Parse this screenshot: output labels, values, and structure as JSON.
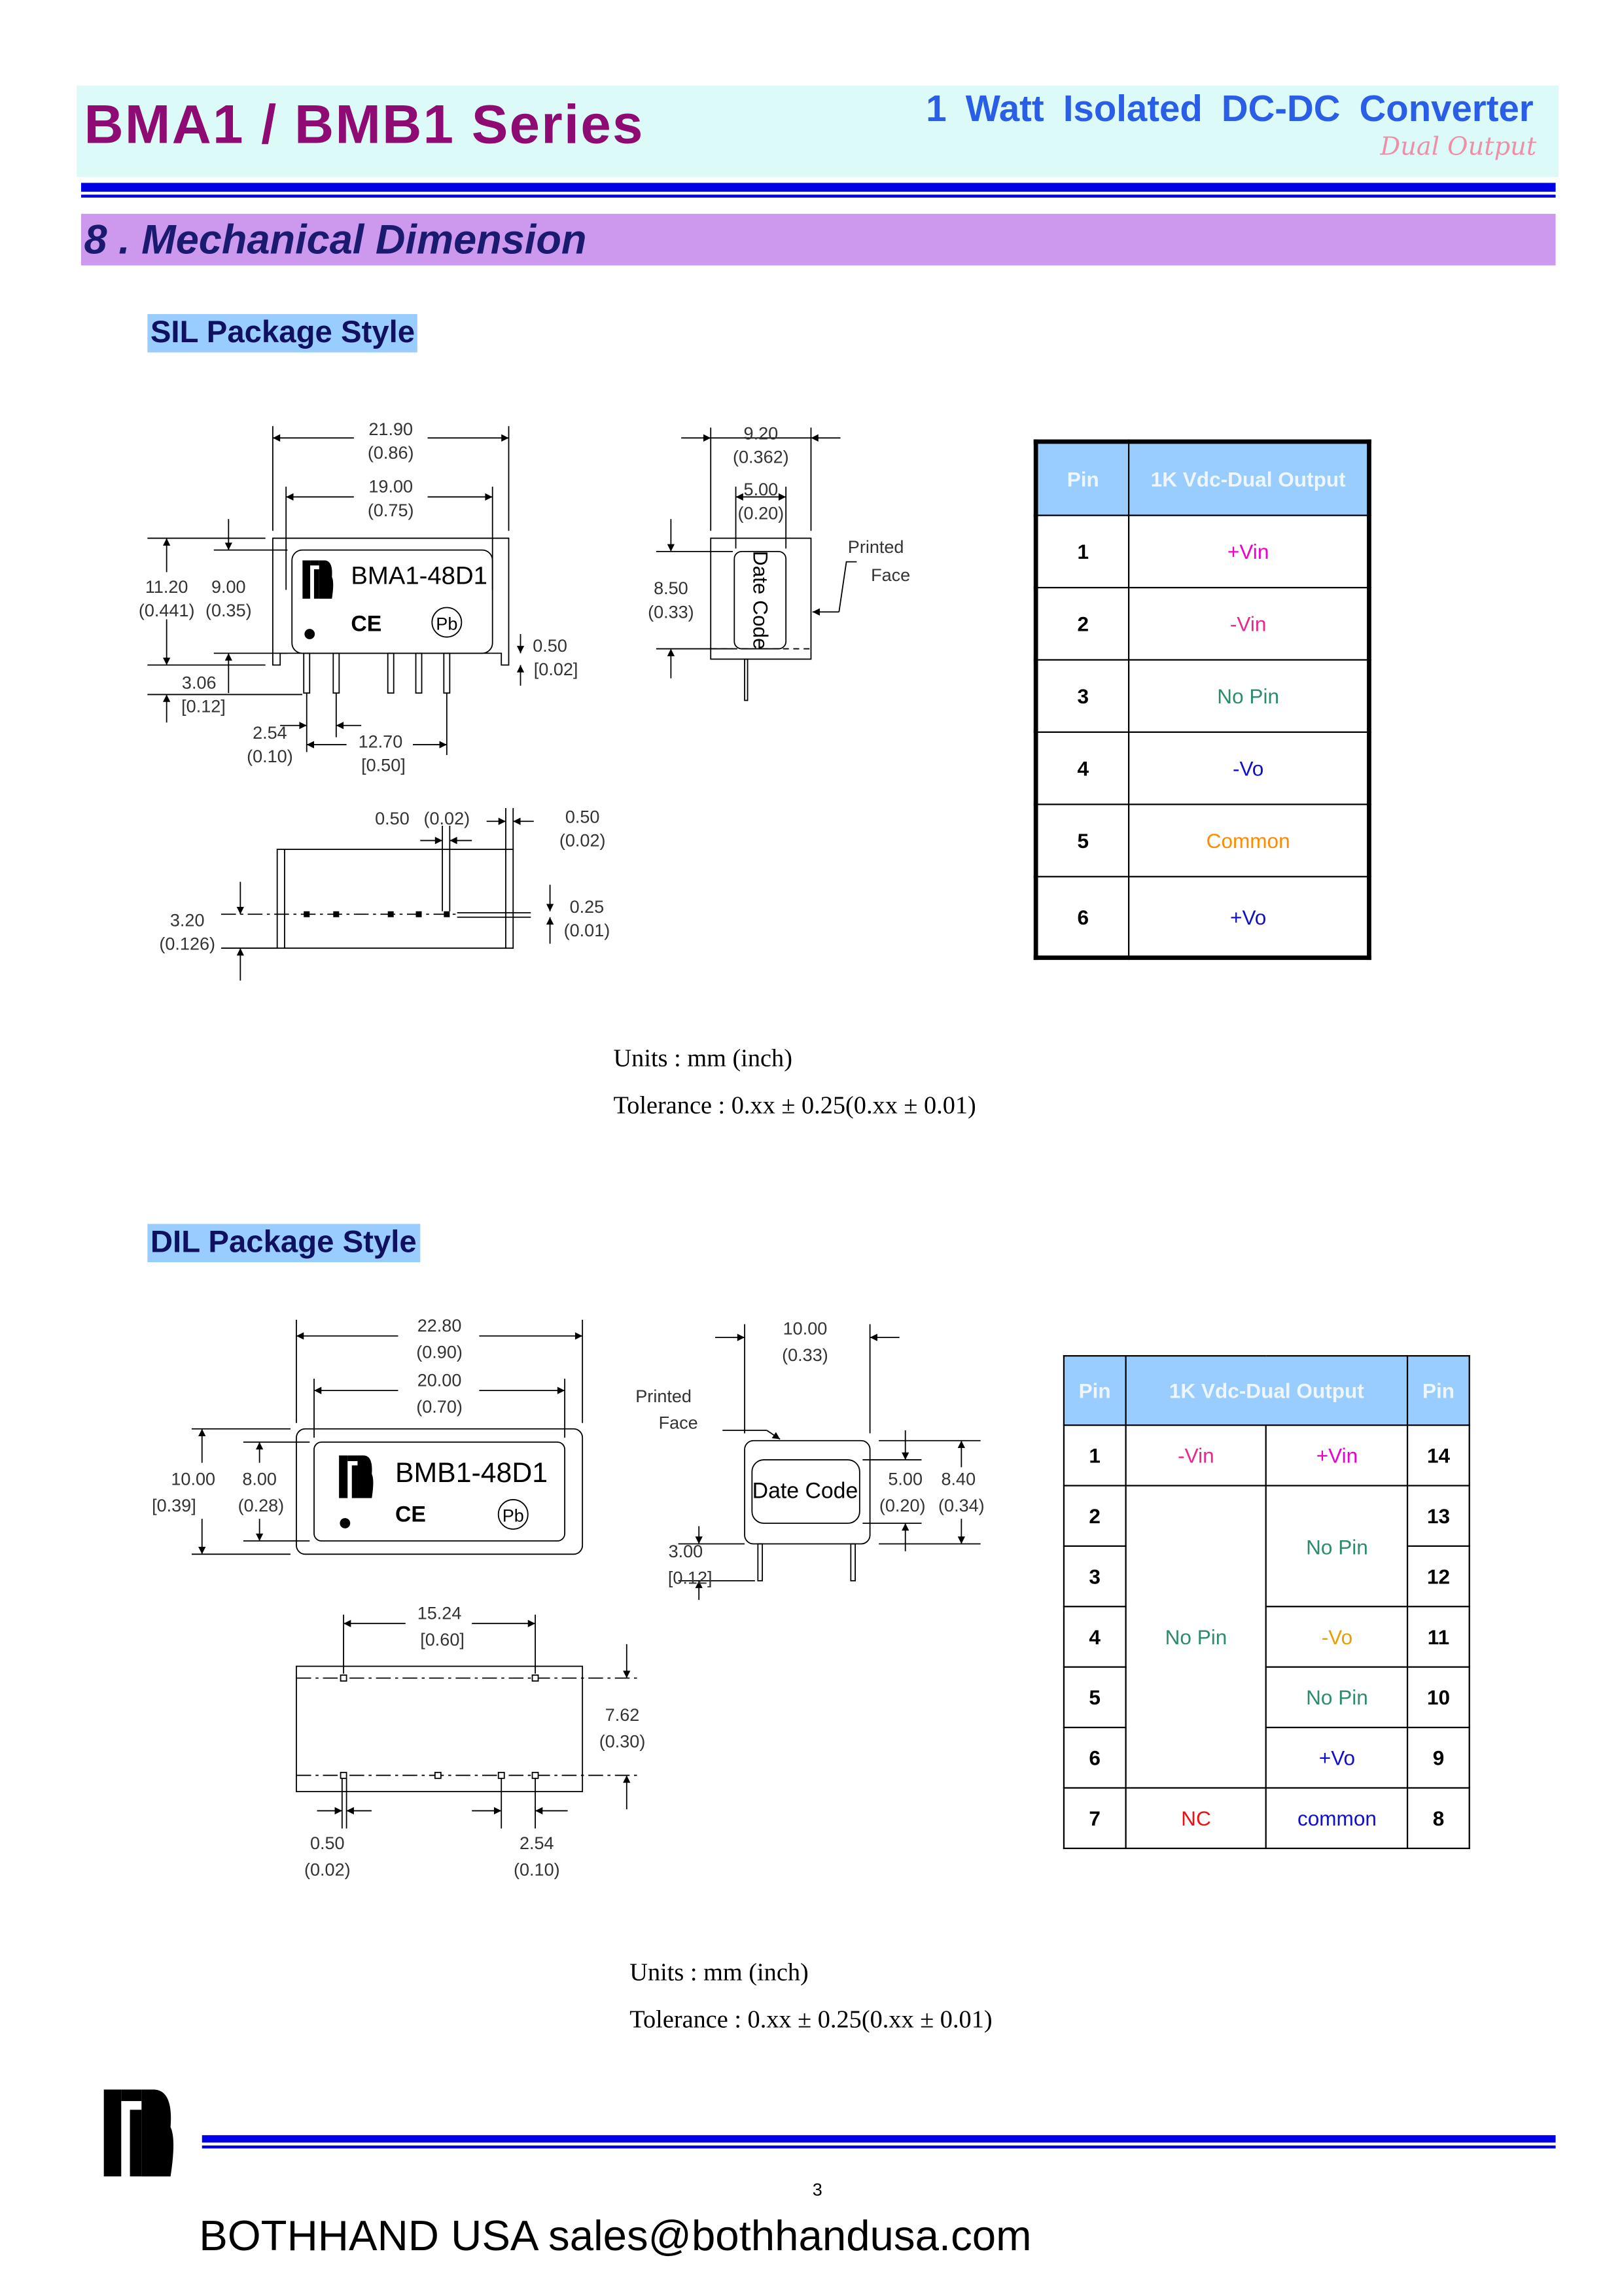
{
  "header": {
    "title": "BMA1 / BMB1 Series",
    "subtitle": "1 Watt Isolated DC-DC Converter",
    "tagline": "Dual Output"
  },
  "section": {
    "title": "8 . Mechanical Dimension"
  },
  "sil": {
    "label": "SIL Package Style",
    "part_number": "BMA1-48D1",
    "date_code": "Date Code",
    "printed": "Printed",
    "face": "Face",
    "ce": "CE",
    "pb": "Pb",
    "dims": {
      "length_mm": "21.90",
      "length_in": "(0.86)",
      "label_len_mm": "19.00",
      "label_len_in": "(0.75)",
      "height_mm": "11.20",
      "height_in": "(0.441)",
      "label_h_mm": "9.00",
      "label_h_in": "(0.35)",
      "pin_len_mm": "3.06",
      "pin_len_in": "[0.12]",
      "standoff_mm": "0.50",
      "standoff_in": "[0.02]",
      "pitch_mm": "2.54",
      "pitch_in": "(0.10)",
      "span_mm": "12.70",
      "span_in": "[0.50]",
      "width_mm": "9.20",
      "width_in": "(0.362)",
      "code_w_mm": "5.00",
      "code_w_in": "(0.20)",
      "code_h_mm": "8.50",
      "code_h_in": "(0.33)",
      "pin_w_mm": "0.50",
      "pin_w_in": "(0.02)",
      "wall_mm": "0.50",
      "wall_in": "(0.02)",
      "offset_mm": "3.20",
      "offset_in": "(0.126)",
      "pin_t_mm": "0.25",
      "pin_t_in": "(0.01)"
    },
    "units": "Units : mm (inch)",
    "tolerance": "Tolerance : 0.xx ± 0.25(0.xx ± 0.01)",
    "table": {
      "headers": [
        "Pin",
        "1K Vdc-Dual Output"
      ],
      "rows": [
        {
          "pin": "1",
          "func": "+Vin",
          "color": "#ee00cc"
        },
        {
          "pin": "2",
          "func": "-Vin",
          "color": "#e8288c"
        },
        {
          "pin": "3",
          "func": "No Pin",
          "color": "#2e8b6e"
        },
        {
          "pin": "4",
          "func": "-Vo",
          "color": "#1010cc"
        },
        {
          "pin": "5",
          "func": "Common",
          "color": "#ff8c00"
        },
        {
          "pin": "6",
          "func": "+Vo",
          "color": "#1010cc"
        }
      ]
    }
  },
  "dil": {
    "label": "DIL Package Style",
    "part_number": "BMB1-48D1",
    "date_code": "Date Code",
    "printed": "Printed",
    "face": "Face",
    "ce": "CE",
    "pb": "Pb",
    "dims": {
      "length_mm": "22.80",
      "length_in": "(0.90)",
      "label_len_mm": "20.00",
      "label_len_in": "(0.70)",
      "height_mm": "10.00",
      "height_in": "[0.39]",
      "label_h_mm": "8.00",
      "label_h_in": "(0.28)",
      "row_span_mm": "15.24",
      "row_span_in": "[0.60]",
      "row_pitch_mm": "7.62",
      "row_pitch_in": "(0.30)",
      "pin_w_mm": "0.50",
      "pin_w_in": "(0.02)",
      "pitch_mm": "2.54",
      "pitch_in": "(0.10)",
      "width_mm": "10.00",
      "width_in": "(0.33)",
      "code_h_mm": "5.00",
      "code_h_in": "(0.20)",
      "side_h_mm": "8.40",
      "side_h_in": "(0.34)",
      "pin_len_mm": "3.00",
      "pin_len_in": "[0.12]"
    },
    "units": "Units : mm (inch)",
    "tolerance": "Tolerance : 0.xx ± 0.25(0.xx ± 0.01)",
    "table": {
      "headers": [
        "Pin",
        "1K Vdc-Dual Output",
        "Pin"
      ],
      "r1": {
        "pin_l": "1",
        "left": "-Vin",
        "right": "+Vin",
        "pin_r": "14"
      },
      "r2": {
        "pin_l": "2",
        "left": "No Pin",
        "right": "No Pin",
        "pin_r": "13"
      },
      "r3": {
        "pin_l": "3",
        "pin_r": "12"
      },
      "r4": {
        "pin_l": "4",
        "right": "-Vo",
        "pin_r": "11"
      },
      "r5": {
        "pin_l": "5",
        "right": "No Pin",
        "pin_r": "10"
      },
      "r6": {
        "pin_l": "6",
        "right": "+Vo",
        "pin_r": "9"
      },
      "r7": {
        "pin_l": "7",
        "left": "NC",
        "right": "common",
        "pin_r": "8"
      }
    }
  },
  "footer": {
    "company": "BOTHHAND USA  sales@bothhandusa.com",
    "page_number": "3"
  },
  "colors": {
    "title": "#8e0b74",
    "subtitle": "#2a5ee6",
    "rule": "#0000e6",
    "section_bg": "#cc99ee",
    "label_bg": "#99ccff",
    "header_bg": "#dcfbf8"
  }
}
